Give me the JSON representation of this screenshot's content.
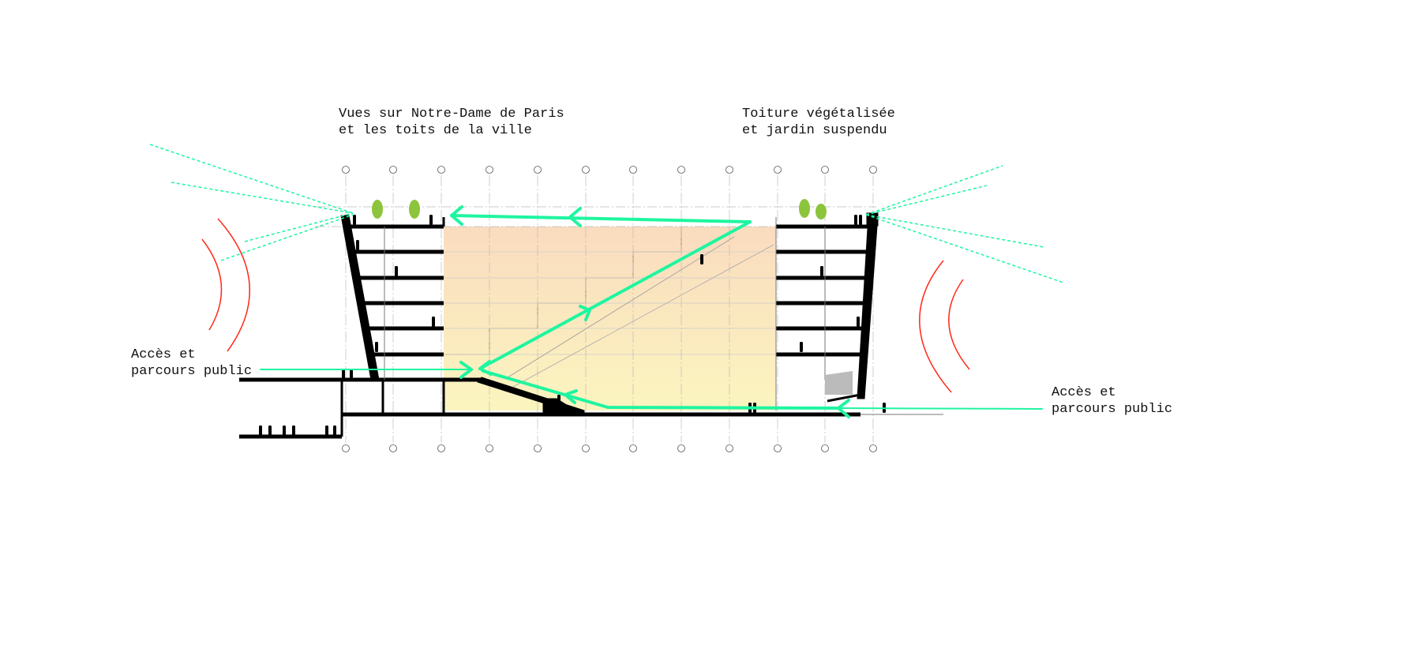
{
  "labels": {
    "views_line1": "Vues sur Notre-Dame de Paris",
    "views_line2": "et les toits de la ville",
    "roof_line1": "Toiture végétalisée",
    "roof_line2": "et jardin suspendu",
    "access_left_line1": "Accès et",
    "access_left_line2": "parcours public",
    "access_right_line1": "Accès et",
    "access_right_line2": "parcours public"
  },
  "colors": {
    "circulation_arrow": "#1ff5a0",
    "sound_arcs": "#ff2a1a",
    "atrium_top": "#f9d7b8",
    "atrium_bottom": "#fbf4b8",
    "structure": "#000000",
    "trees": "#8cc43c"
  }
}
